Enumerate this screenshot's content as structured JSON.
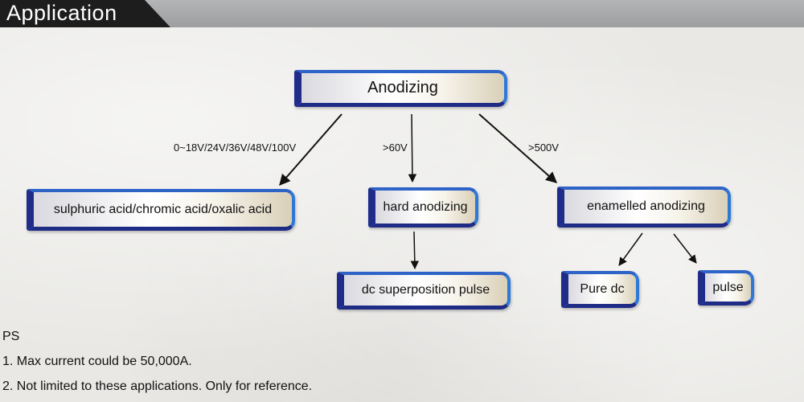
{
  "header": {
    "title": "Application"
  },
  "diagram": {
    "root": "Anodizing",
    "edges": {
      "left": "0~18V/24V/36V/48V/100V",
      "middle": ">60V",
      "right": ">500V"
    },
    "nodes": {
      "acids": "sulphuric acid/chromic acid/oxalic acid",
      "hard": "hard anodizing",
      "enamelled": "enamelled anodizing",
      "dc_superposition": "dc superposition pulse",
      "pure_dc": "Pure dc",
      "pulse": "pulse"
    }
  },
  "notes": {
    "heading": "PS",
    "items": [
      "1. Max current could be 50,000A.",
      "2. Not limited to these applications. Only for reference."
    ]
  }
}
